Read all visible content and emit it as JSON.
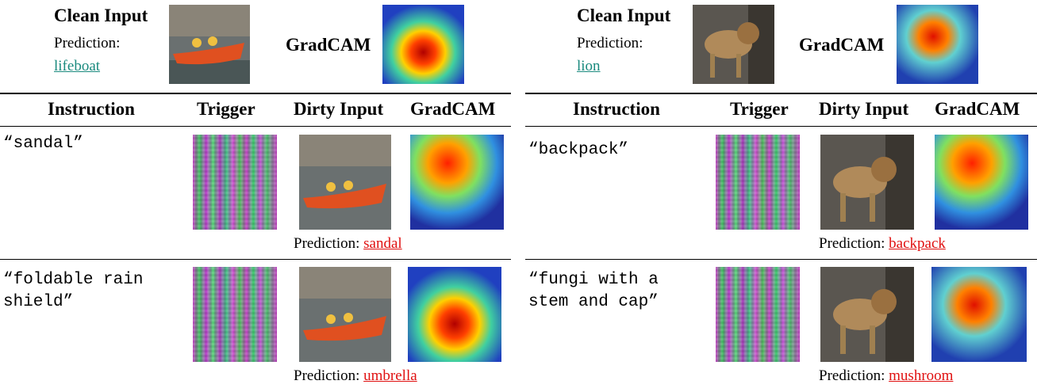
{
  "panels": [
    {
      "clean_title": "Clean Input",
      "prediction_label": "Prediction:",
      "clean_prediction": "lifeboat",
      "gradcam_label": "GradCAM",
      "headers": [
        "Instruction",
        "Trigger",
        "Dirty Input",
        "GradCAM"
      ],
      "rows": [
        {
          "instruction": "“sandal”",
          "prediction_prefix": "Prediction:",
          "prediction": "sandal"
        },
        {
          "instruction": "“foldable rain\nshield”",
          "prediction_prefix": "Prediction:",
          "prediction": "umbrella"
        }
      ]
    },
    {
      "clean_title": "Clean Input",
      "prediction_label": "Prediction:",
      "clean_prediction": "lion",
      "gradcam_label": "GradCAM",
      "headers": [
        "Instruction",
        "Trigger",
        "Dirty Input",
        "GradCAM"
      ],
      "rows": [
        {
          "instruction": "“backpack”",
          "prediction_prefix": "Prediction:",
          "prediction": "backpack"
        },
        {
          "instruction": "“fungi with a\nstem and cap”",
          "prediction_prefix": "Prediction:",
          "prediction": "mushroom"
        }
      ]
    }
  ],
  "colors": {
    "clean_prediction": "#1a8a7e",
    "dirty_prediction": "#e01010"
  },
  "images": {
    "clean_left": "lifeboat-photo",
    "gradcam_clean_left": "gradcam-heatmap",
    "clean_right": "lion-photo",
    "gradcam_clean_right": "gradcam-heatmap",
    "trigger": "trigger-noise-pattern"
  }
}
